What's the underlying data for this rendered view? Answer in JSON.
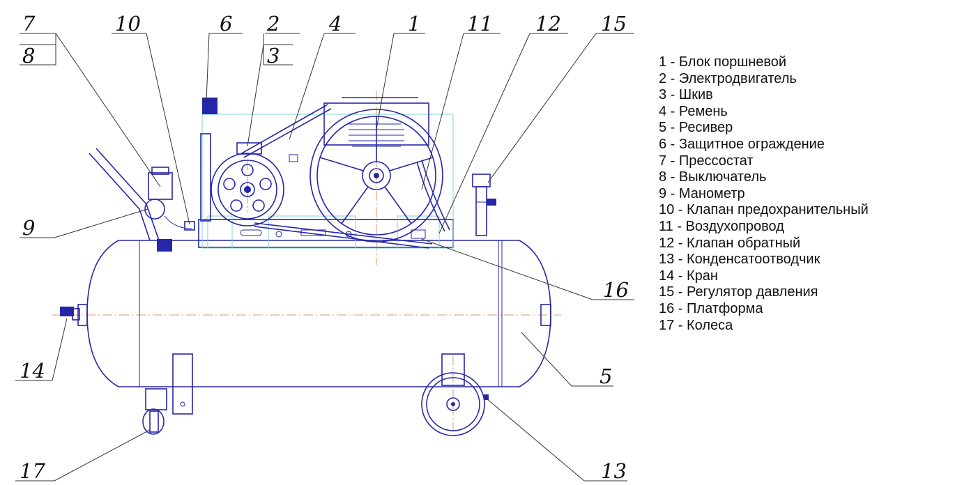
{
  "callouts": [
    {
      "id": "7",
      "text": "7"
    },
    {
      "id": "8",
      "text": "8"
    },
    {
      "id": "10",
      "text": "10"
    },
    {
      "id": "6",
      "text": "6"
    },
    {
      "id": "2",
      "text": "2"
    },
    {
      "id": "3",
      "text": "3"
    },
    {
      "id": "4",
      "text": "4"
    },
    {
      "id": "1",
      "text": "1"
    },
    {
      "id": "11",
      "text": "11"
    },
    {
      "id": "12",
      "text": "12"
    },
    {
      "id": "15",
      "text": "15"
    },
    {
      "id": "9",
      "text": "9"
    },
    {
      "id": "16",
      "text": "16"
    },
    {
      "id": "14",
      "text": "14"
    },
    {
      "id": "5",
      "text": "5"
    },
    {
      "id": "17",
      "text": "17"
    },
    {
      "id": "13",
      "text": "13"
    }
  ],
  "legend": [
    "1 - Блок поршневой",
    "2 - Электродвигатель",
    "3 - Шкив",
    "4 - Ремень",
    "5 - Ресивер",
    "6 - Защитное ограждение",
    "7 - Прессостат",
    "8 - Выключатель",
    "9 - Манометр",
    "10 - Клапан предохранительный",
    "11 - Воздухопровод",
    "12 - Клапан обратный",
    "13 - Конденсатоотводчик",
    "14 - Кран",
    "15 - Регулятор давления",
    "16 - Платформа",
    "17 - Колеса"
  ],
  "colors": {
    "line": "#2626a8",
    "guard": "#7fd0d8",
    "centerline": "#e39a6a"
  }
}
